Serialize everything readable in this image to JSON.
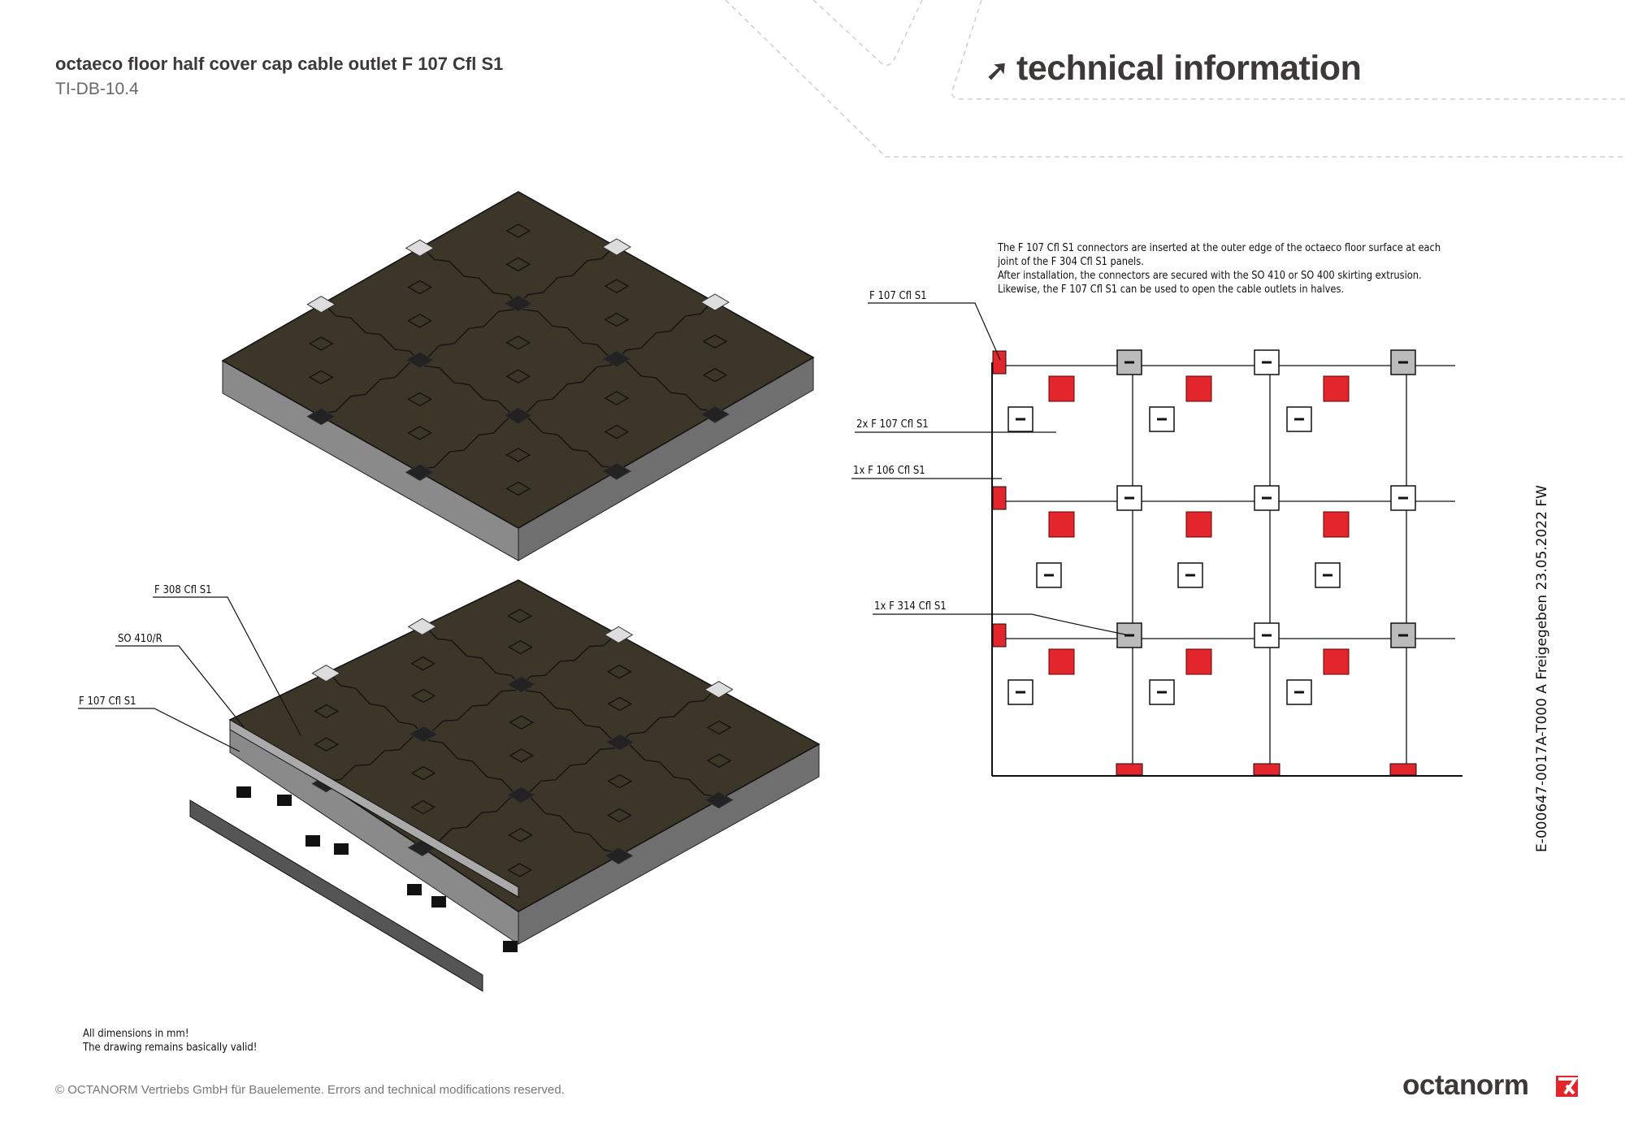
{
  "header": {
    "title": "octaeco floor half cover cap cable outlet F 107 Cfl S1",
    "doc_id": "TI-DB-10.4",
    "section_title": "technical information",
    "section_icon": "arrow-up-right-icon"
  },
  "description": [
    "The F 107 Cfl S1 connectors are inserted at the outer edge of the octaeco floor surface at each",
    "joint of the F 304 Cfl S1 panels.",
    "After installation, the connectors are secured with the SO 410 or SO 400 skirting extrusion.",
    "Likewise, the F 107 Cfl S1 can be used to open the cable outlets in halves."
  ],
  "plan_labels": {
    "edge_connector": "F 107 Cfl S1",
    "double_connector": "2x F 107 Cfl S1",
    "cable_outlet": "1x F 106 Cfl S1",
    "cross_connector": "1x F 314 Cfl S1"
  },
  "iso_labels": {
    "panel": "F 308 Cfl S1",
    "skirting": "SO 410/R",
    "connector": "F 107 Cfl S1"
  },
  "notes": [
    "All dimensions in mm!",
    "The drawing remains basically valid!"
  ],
  "revision": "E-000647-0017A-T000 A Freigegeben 23.05.2022 FW",
  "footer": {
    "copyright": "© OCTANORM Vertriebs GmbH für Bauelemente. Errors and technical modifications reserved.",
    "logo": "octanorm"
  },
  "colors": {
    "accent": "#e3262b",
    "panel": "#3b3628",
    "text": "#3d3939"
  }
}
